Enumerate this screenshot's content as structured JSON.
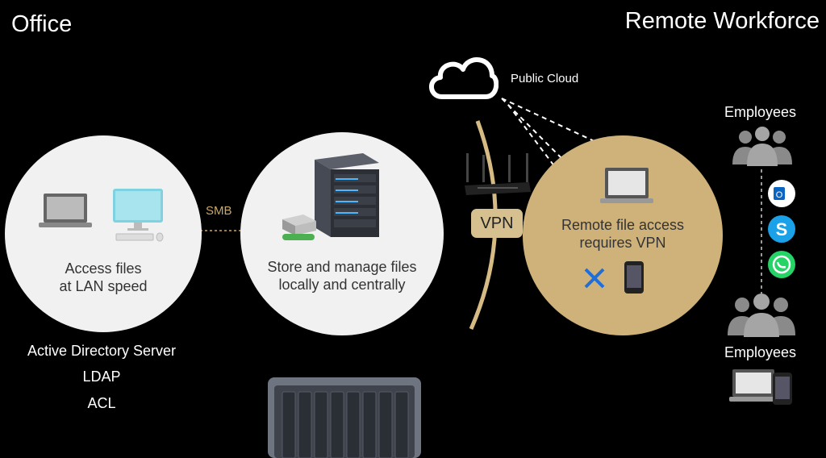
{
  "header": {
    "left_title": "Office",
    "right_title": "Remote Workforce"
  },
  "office_circle": {
    "line1": "Access files",
    "line2": "at LAN speed"
  },
  "server_circle": {
    "line1": "Store and manage files",
    "line2": "locally and centrally"
  },
  "remote_circle": {
    "line1": "Remote file access",
    "line2": "requires VPN"
  },
  "connections": {
    "smb_label": "SMB",
    "vpn_label": "VPN",
    "cloud_label": "Public Cloud"
  },
  "office_services": [
    "Active Directory Server",
    "LDAP",
    "ACL"
  ],
  "employees": {
    "top_label": "Employees",
    "bottom_label": "Employees"
  },
  "colors": {
    "background": "#000000",
    "circle_light": "#f1f1f1",
    "circle_gold": "#cfb27a",
    "accent_gold": "#c9a86b",
    "arc": "#d7bb85"
  }
}
